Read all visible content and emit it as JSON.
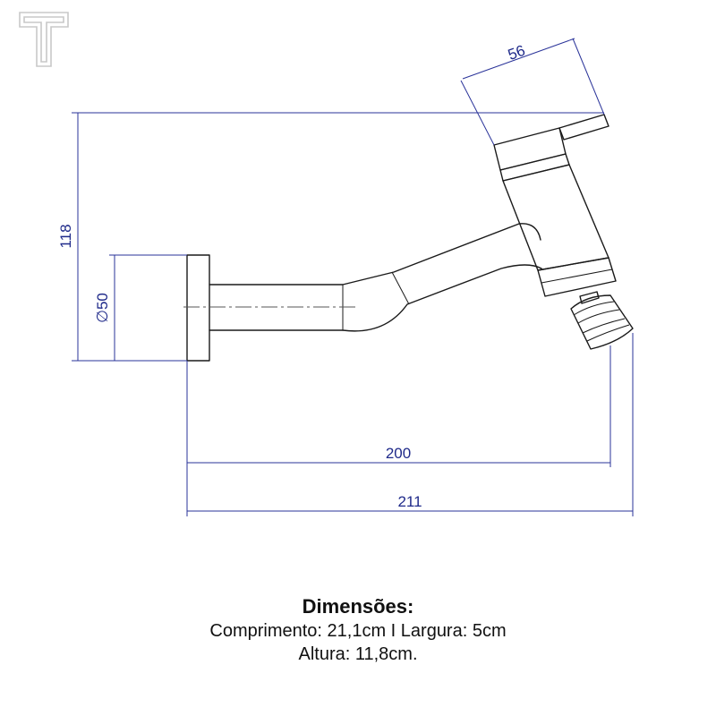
{
  "dimensions": {
    "width_top": "56",
    "height": "118",
    "diameter": "∅50",
    "length_inner": "200",
    "length_total": "211"
  },
  "caption": {
    "title": "Dimensões:",
    "line1": "Comprimento: 21,1cm I Largura: 5cm",
    "line2": "Altura: 11,8cm."
  },
  "colors": {
    "dimension": "#2a3399",
    "outline": "#1a1a1a",
    "logo": "#c8c8c8"
  }
}
